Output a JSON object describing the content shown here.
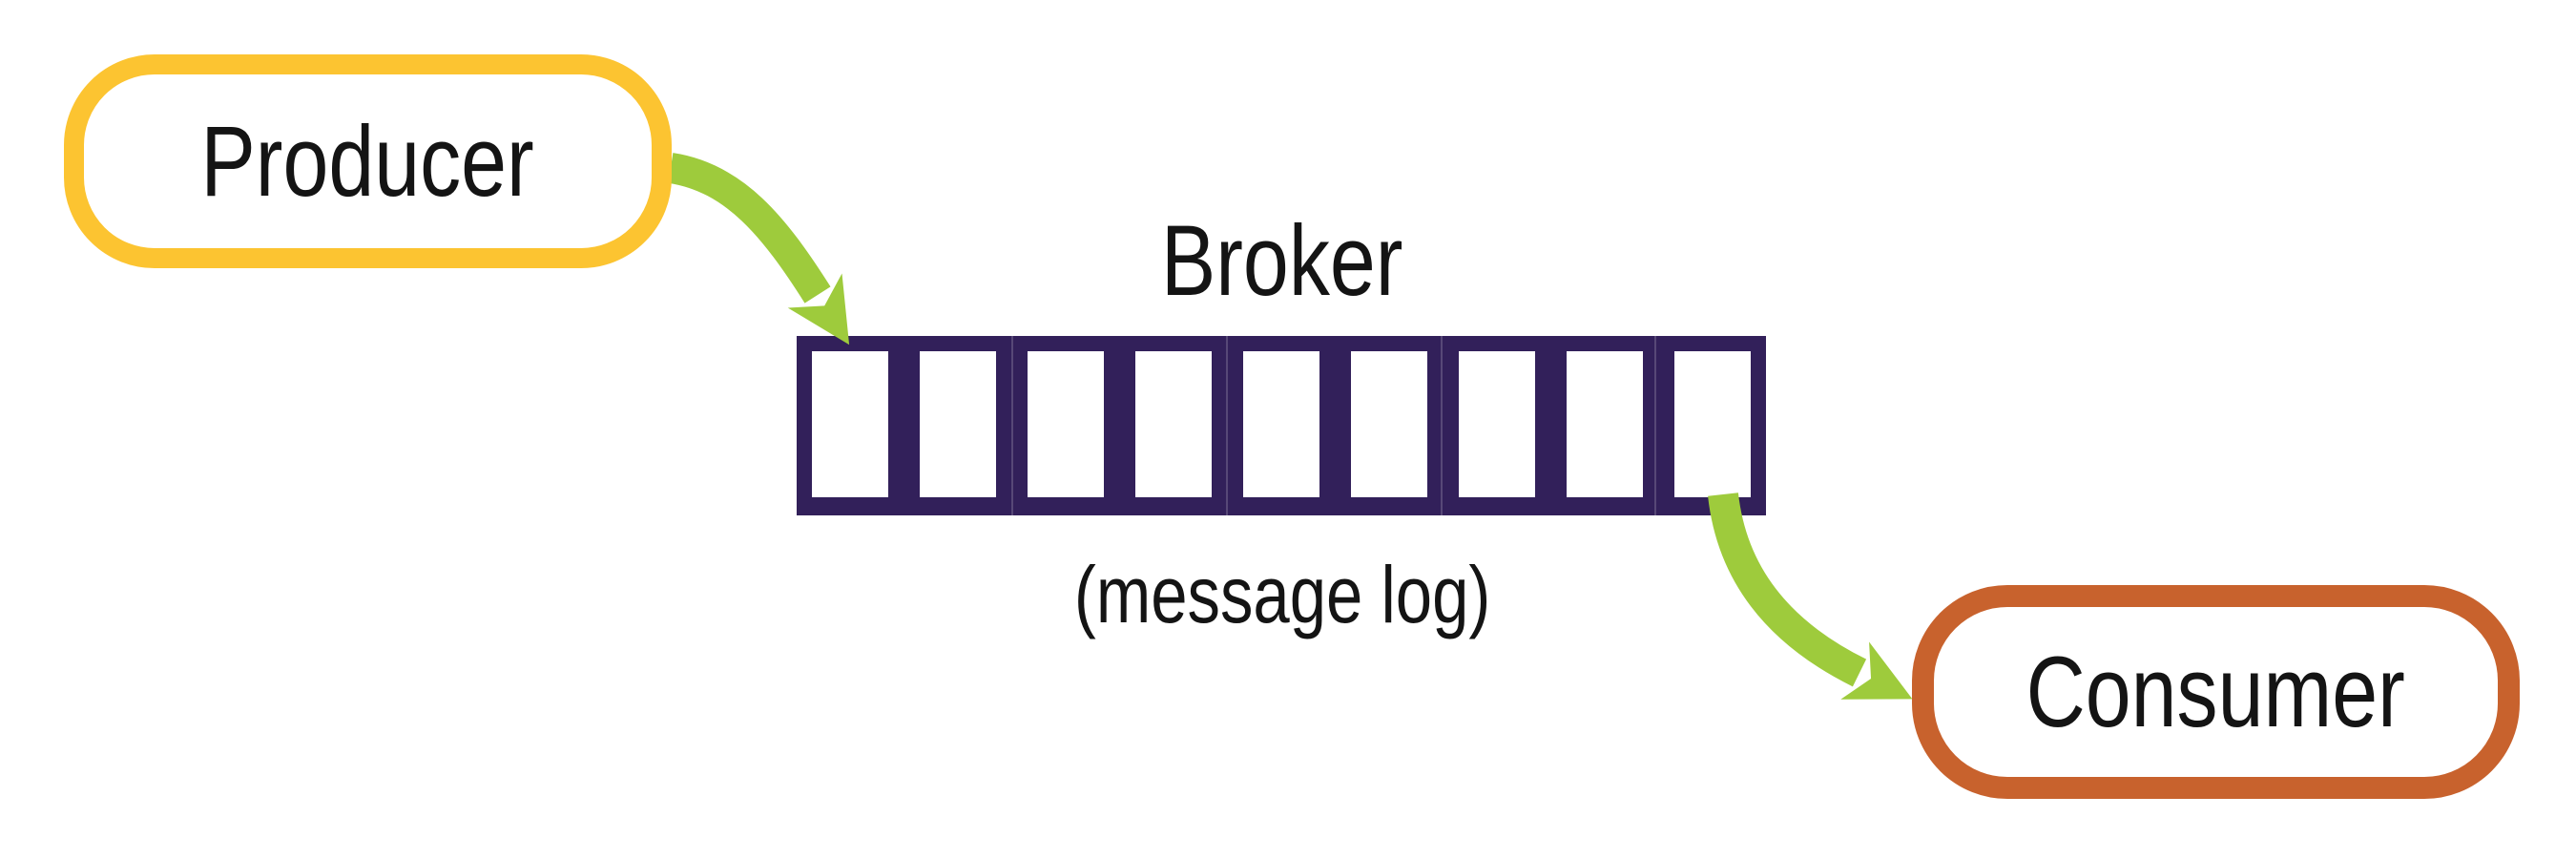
{
  "diagram": {
    "producer": {
      "label": "Producer"
    },
    "consumer": {
      "label": "Consumer"
    },
    "broker": {
      "label": "Broker",
      "sublabel": "(message log)",
      "slots": 9
    },
    "flow": [
      "Producer -> Broker",
      "Broker -> Consumer"
    ]
  },
  "colors": {
    "producer_border": "#FCC431",
    "consumer_border": "#C8622D",
    "broker_fill": "#32205A",
    "arrow": "#9ECB3C",
    "text": "#141414",
    "background": "#FFFFFF"
  }
}
